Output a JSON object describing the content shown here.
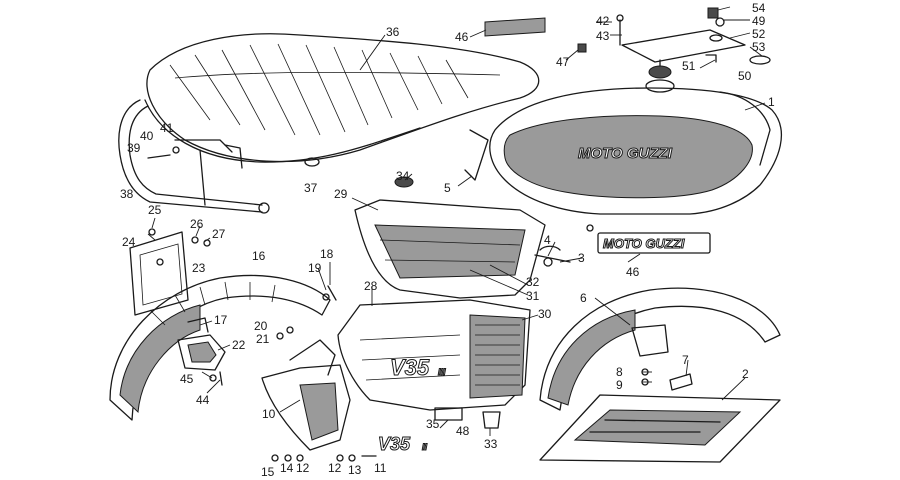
{
  "brand_text": {
    "tank_logo": "MOTO GUZZI",
    "loose_logo": "MOTO GUZZI",
    "side_cover_logo": "V35",
    "side_cover_suffix": "III",
    "loose_badge": "V35",
    "loose_badge_suffix": "II"
  },
  "callouts": [
    "36",
    "42",
    "43",
    "46",
    "47",
    "54",
    "49",
    "52",
    "53",
    "50",
    "51",
    "1",
    "40",
    "41",
    "39",
    "38",
    "37",
    "5",
    "34",
    "29",
    "25",
    "24",
    "26",
    "27",
    "23",
    "16",
    "18",
    "19",
    "4",
    "3",
    "46",
    "32",
    "31",
    "28",
    "30",
    "6",
    "17",
    "22",
    "20",
    "21",
    "45",
    "44",
    "7",
    "8",
    "9",
    "2",
    "10",
    "35",
    "48",
    "33",
    "15",
    "14",
    "12",
    "12",
    "13",
    "11"
  ]
}
